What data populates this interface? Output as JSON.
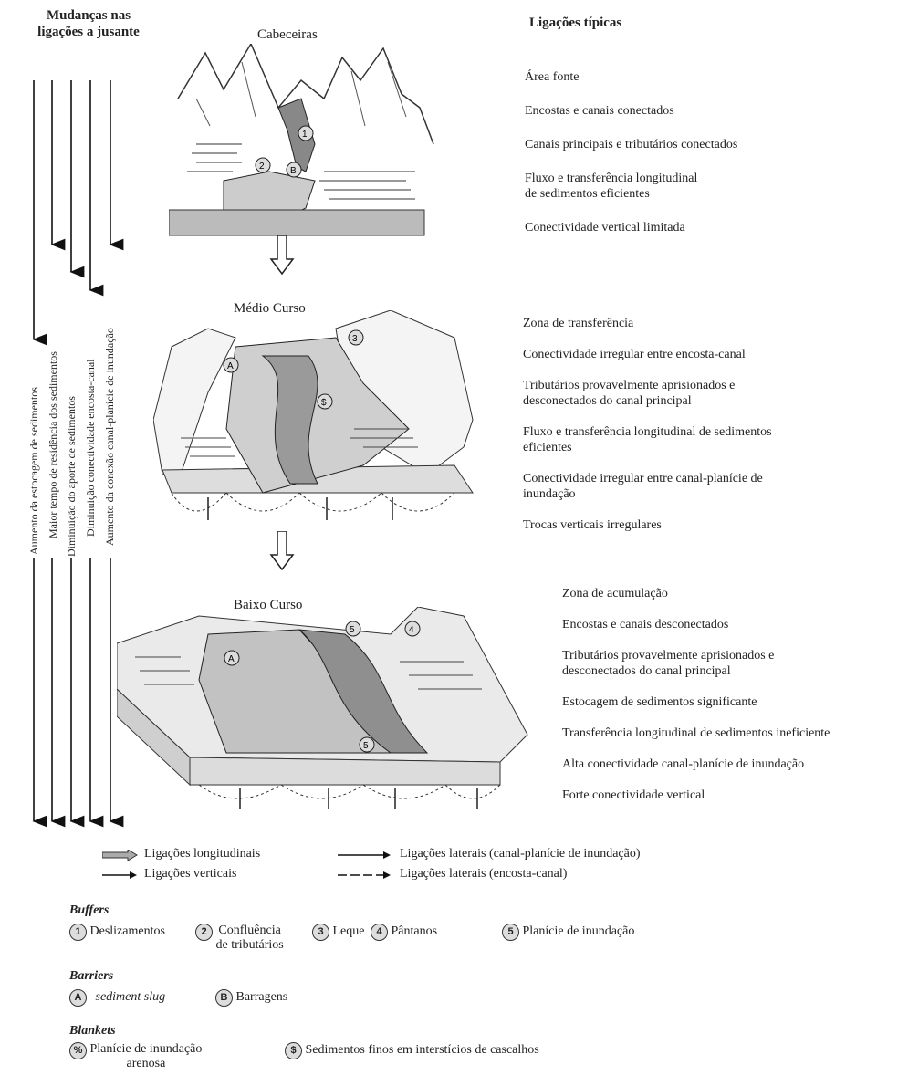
{
  "headers": {
    "left_line1": "Mudanças nas",
    "left_line2": "ligações a jusante",
    "right": "Ligações típicas"
  },
  "side_labels": [
    "Aumento da estocagem de sedimentos",
    "Maior tempo de residência dos sedimentos",
    "Diminuição do aporte de sedimentos",
    "Diminuição conectividade encosta-canal",
    "Aumento da conexão canal-planície de inundação"
  ],
  "sections": {
    "headwaters": {
      "title": "Cabeceiras",
      "items": [
        "Área fonte",
        "Encostas e canais conectados",
        "Canais principais e tributários conectados",
        "Fluxo e transferência longitudinal",
        "de sedimentos eficientes",
        "Conectividade vertical limitada"
      ]
    },
    "middle": {
      "title": "Médio Curso",
      "items": [
        "Zona de transferência",
        "Conectividade irregular entre encosta-canal",
        "Tributários provavelmente aprisionados e",
        "desconectados do canal principal",
        "Fluxo e transferência longitudinal de sedimentos",
        "eficientes",
        "Conectividade irregular entre canal-planície de",
        "inundação",
        "Trocas verticais irregulares"
      ]
    },
    "lower": {
      "title": "Baixo Curso",
      "items": [
        "Zona de acumulação",
        "Encostas e canais desconectados",
        "Tributários provavelmente aprisionados e",
        "desconectados do canal principal",
        "Estocagem de sedimentos significante",
        "Transferência longitudinal de sedimentos ineficiente",
        "Alta conectividade canal-planície de inundação",
        "Forte conectividade vertical"
      ]
    }
  },
  "arrow_legend": {
    "longitudinal": "Ligações longitudinais",
    "vertical": "Ligações verticais",
    "lateral_floodplain": "Ligações laterais (canal-planície de inundação)",
    "lateral_hillslope": "Ligações laterais (encosta-canal)"
  },
  "legend": {
    "buffers_title": "Buffers",
    "buffers": [
      {
        "mark": "1",
        "label": "Deslizamentos"
      },
      {
        "mark": "2",
        "label": "Confluência",
        "label2": "de tributários"
      },
      {
        "mark": "3",
        "label": "Leque"
      },
      {
        "mark": "4",
        "label": "Pântanos"
      },
      {
        "mark": "5",
        "label": "Planície de inundação"
      }
    ],
    "barriers_title": "Barriers",
    "barriers": [
      {
        "mark": "A",
        "label": "sediment slug"
      },
      {
        "mark": "B",
        "label": "Barragens"
      }
    ],
    "blankets_title": "Blankets",
    "blankets": [
      {
        "mark": "%",
        "label": "Planície de inundação",
        "label2": "arenosa"
      },
      {
        "mark": "$",
        "label": "Sedimentos finos em interstícios de cascalhos"
      }
    ]
  }
}
